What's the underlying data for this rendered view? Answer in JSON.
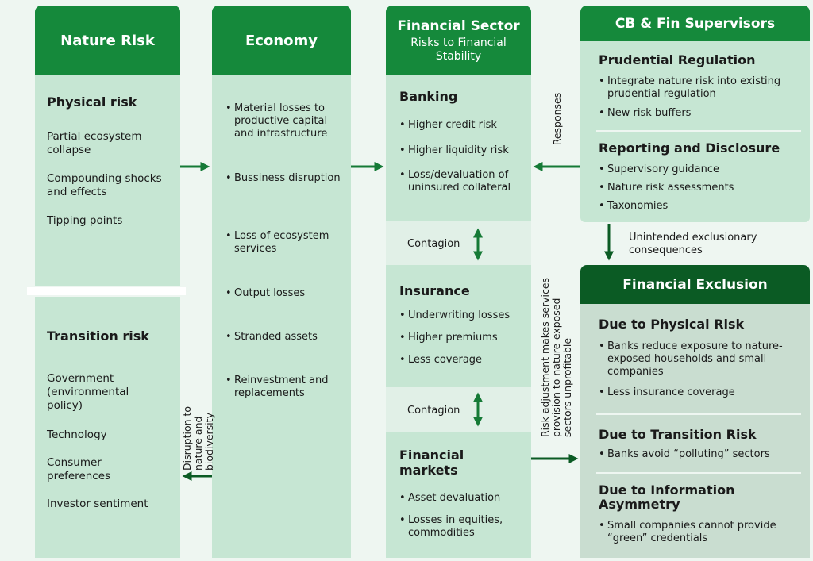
{
  "nature_risk": {
    "title": "Nature Risk",
    "physical": {
      "heading": "Physical risk",
      "items": [
        "Partial ecosystem collapse",
        "Compounding shocks and effects",
        "Tipping points"
      ]
    },
    "transition": {
      "heading": "Transition risk",
      "items": [
        "Government (environmental policy)",
        "Technology",
        "Consumer preferences",
        "Investor sentiment"
      ]
    }
  },
  "economy": {
    "title": "Economy",
    "items": [
      "Material losses to productive capital and infrastructure",
      "Bussiness disruption",
      "Loss of ecosystem services",
      "Output losses",
      "Stranded assets",
      "Reinvestment and replacements"
    ]
  },
  "financial_sector": {
    "title": "Financial Sector",
    "subtitle": "Risks to Financial Stability",
    "banking": {
      "heading": "Banking",
      "items": [
        "Higher credit risk",
        "Higher liquidity risk",
        "Loss/devaluation of uninsured collateral"
      ]
    },
    "contagion1": "Contagion",
    "insurance": {
      "heading": "Insurance",
      "items": [
        "Underwriting losses",
        "Higher premiums",
        "Less coverage"
      ]
    },
    "contagion2": "Contagion",
    "markets": {
      "heading": "Financial markets",
      "items": [
        "Asset devaluation",
        "Losses in equities, commodities"
      ]
    }
  },
  "supervisors": {
    "title": "CB & Fin Supervisors",
    "prudential": {
      "heading": "Prudential Regulation",
      "items": [
        "Integrate nature risk into existing prudential regulation",
        "New risk buffers"
      ]
    },
    "reporting": {
      "heading": "Reporting and Disclosure",
      "items": [
        "Supervisory guidance",
        "Nature risk assessments",
        "Taxonomies"
      ]
    }
  },
  "exclusion": {
    "title": "Financial Exclusion",
    "physical": {
      "heading": "Due to Physical Risk",
      "items": [
        "Banks reduce exposure to nature-exposed households and small companies",
        "Less insurance coverage"
      ]
    },
    "transition": {
      "heading": "Due to Transition Risk",
      "items": [
        "Banks avoid “polluting” sectors"
      ]
    },
    "info": {
      "heading": "Due to Information Asymmetry",
      "items": [
        "Small companies cannot provide “green” credentials"
      ]
    }
  },
  "labels": {
    "responses": "Responses",
    "unintended": "Unintended exclusionary consequences",
    "disruption": "Disruption to nature and biodiversity",
    "risk_adjustment": "Risk adjustment makes services provision to nature-exposed sectors unprofitable"
  },
  "colors": {
    "header": "#15893b",
    "header_dark": "#0b5b24",
    "body": "#c6e6d3",
    "arrow": "#157a36"
  }
}
